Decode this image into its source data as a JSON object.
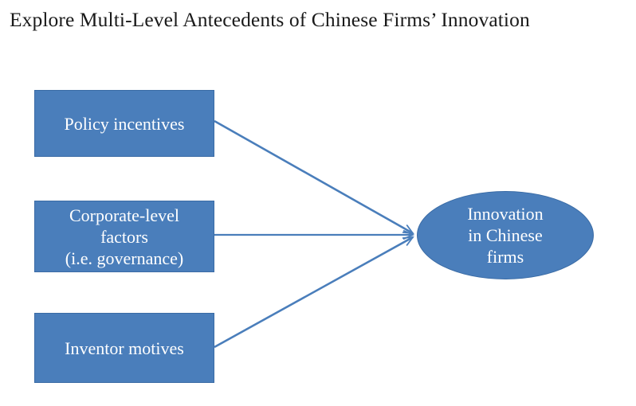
{
  "slide": {
    "title": "Explore Multi-Level Antecedents of Chinese Firms’ Innovation",
    "background_color": "#ffffff"
  },
  "theme": {
    "shape_fill": "#4a7ebb",
    "shape_border": "#3a6ba5",
    "shape_text_color": "#ffffff",
    "connector_color": "#4a7ebb",
    "title_color": "#1a1a1a"
  },
  "diagram": {
    "type": "antecedents-to-outcome",
    "antecedents": [
      {
        "id": "policy",
        "shape": "rectangle",
        "lines": [
          "Policy incentives"
        ]
      },
      {
        "id": "corporate",
        "shape": "rectangle",
        "lines": [
          "Corporate-level",
          "factors",
          "(i.e. governance)"
        ]
      },
      {
        "id": "inventor",
        "shape": "rectangle",
        "lines": [
          "Inventor motives"
        ]
      }
    ],
    "outcome": {
      "id": "innovation",
      "shape": "ellipse",
      "lines": [
        "Innovation",
        "in Chinese",
        "firms"
      ]
    },
    "connectors": [
      {
        "id": "policy-to-innovation",
        "from": "policy",
        "to": "innovation",
        "style": "arrow"
      },
      {
        "id": "corporate-to-innovation",
        "from": "corporate",
        "to": "innovation",
        "style": "arrow"
      },
      {
        "id": "inventor-to-innovation",
        "from": "inventor",
        "to": "innovation",
        "style": "arrow"
      }
    ]
  }
}
